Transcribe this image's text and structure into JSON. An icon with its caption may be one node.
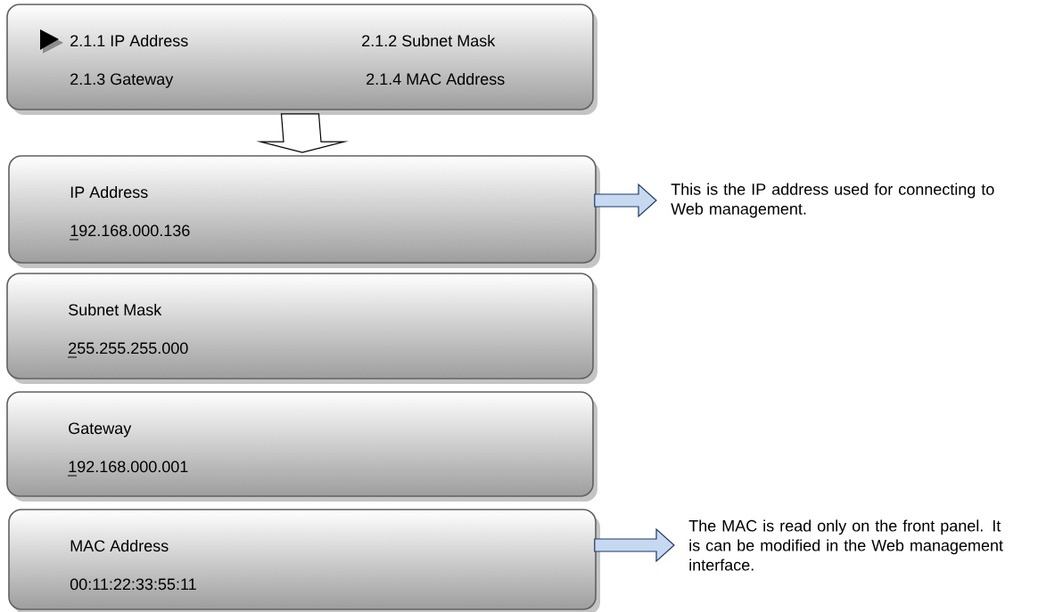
{
  "diagram": {
    "nodes": [
      {
        "text": [
          "2.1.1 IP Address",
          "2.1.2 Subnet Mask",
          "2.1.3 Gateway",
          "2.1.4 MAC Address"
        ]
      },
      {
        "text": [
          "IP Address",
          "192.168.000.136"
        ]
      },
      {
        "text": [
          "Subnet Mask",
          "255.255.255.000"
        ]
      },
      {
        "text": [
          "Gateway",
          "192.168.000.001"
        ]
      },
      {
        "text": [
          "MAC Address",
          "00:11:22:33:55:11"
        ]
      },
      {
        "text": [
          "This is the IP address used for connecting to Web management."
        ]
      },
      {
        "text": [
          "The MAC is read only on the front panel. It is can be modified in the Web management interface."
        ]
      }
    ],
    "edges": [
      {
        "from": 0,
        "to": 1,
        "arrow": "to",
        "color": "#000000"
      },
      {
        "from": 1,
        "to": 5,
        "arrow": "to"
      },
      {
        "from": 4,
        "to": 6,
        "arrow": "to"
      }
    ]
  }
}
